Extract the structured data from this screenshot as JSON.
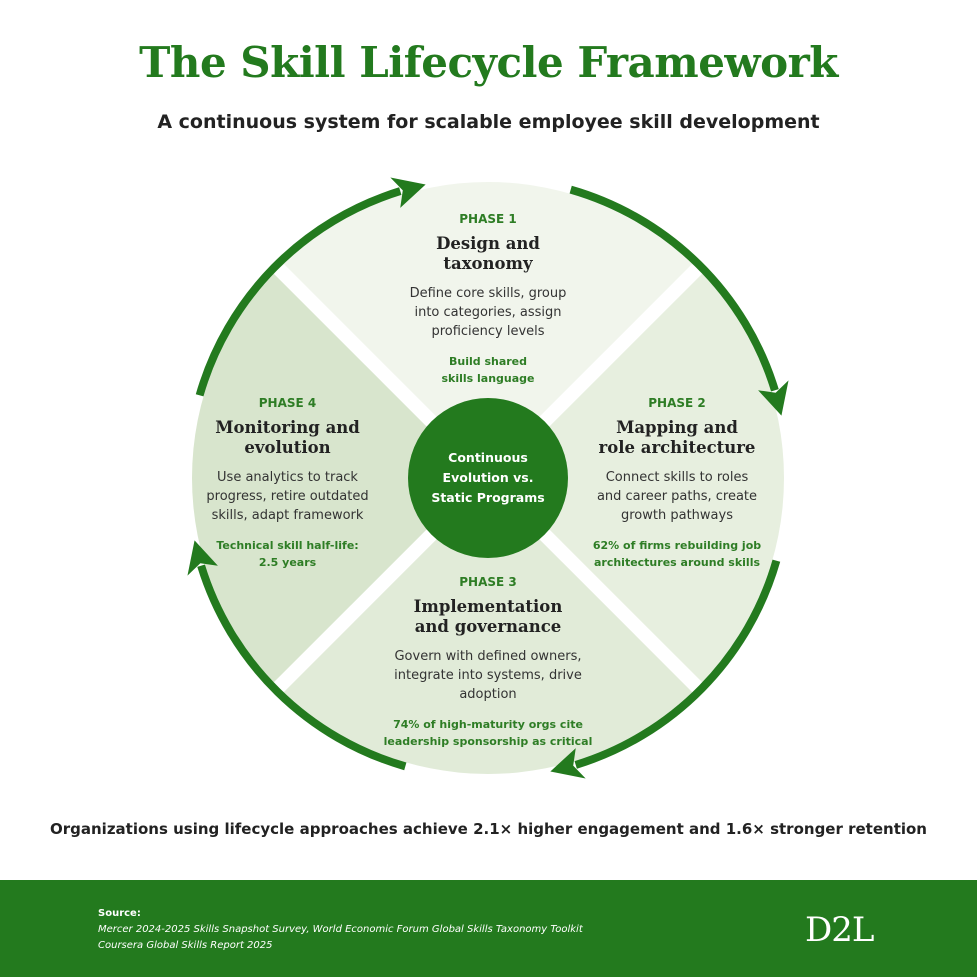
{
  "header": {
    "title": "The Skill Lifecycle Framework",
    "subtitle": "A continuous system for scalable employee skill development"
  },
  "colors": {
    "brand": "#237a1e",
    "q_top": "#f1f5ec",
    "q_right": "#e7efdf",
    "q_bottom": "#e1ebd8",
    "q_left": "#d8e5cd"
  },
  "center": {
    "text": "Continuous Evolution vs. Static Programs"
  },
  "phases": [
    {
      "label": "PHASE 1",
      "name": "Design and taxonomy",
      "desc": "Define core skills, group into categories, assign proficiency levels",
      "stat": "Build shared skills language"
    },
    {
      "label": "PHASE 2",
      "name": "Mapping and role architecture",
      "desc": "Connect skills to roles and career paths, create growth pathways",
      "stat": "62% of firms rebuilding job architectures around skills"
    },
    {
      "label": "PHASE 3",
      "name": "Implementation and governance",
      "desc": "Govern with defined owners, integrate into systems, drive adoption",
      "stat": "74% of high-maturity orgs cite leadership sponsorship as critical"
    },
    {
      "label": "PHASE 4",
      "name": "Monitoring and evolution",
      "desc": "Use analytics to track progress, retire outdated skills, adapt framework",
      "stat": "Technical skill half-life: 2.5 years"
    }
  ],
  "icons": [
    "arrow-cycle-icon"
  ],
  "bottom_statement": "Organizations using lifecycle approaches achieve 2.1× higher engagement and 1.6× stronger retention",
  "footer": {
    "source_heading": "Source:",
    "source_line1": "Mercer 2024-2025 Skills Snapshot Survey, World Economic Forum Global Skills Taxonomy Toolkit",
    "source_line2": "Coursera Global Skills Report 2025",
    "logo": "D2L"
  }
}
